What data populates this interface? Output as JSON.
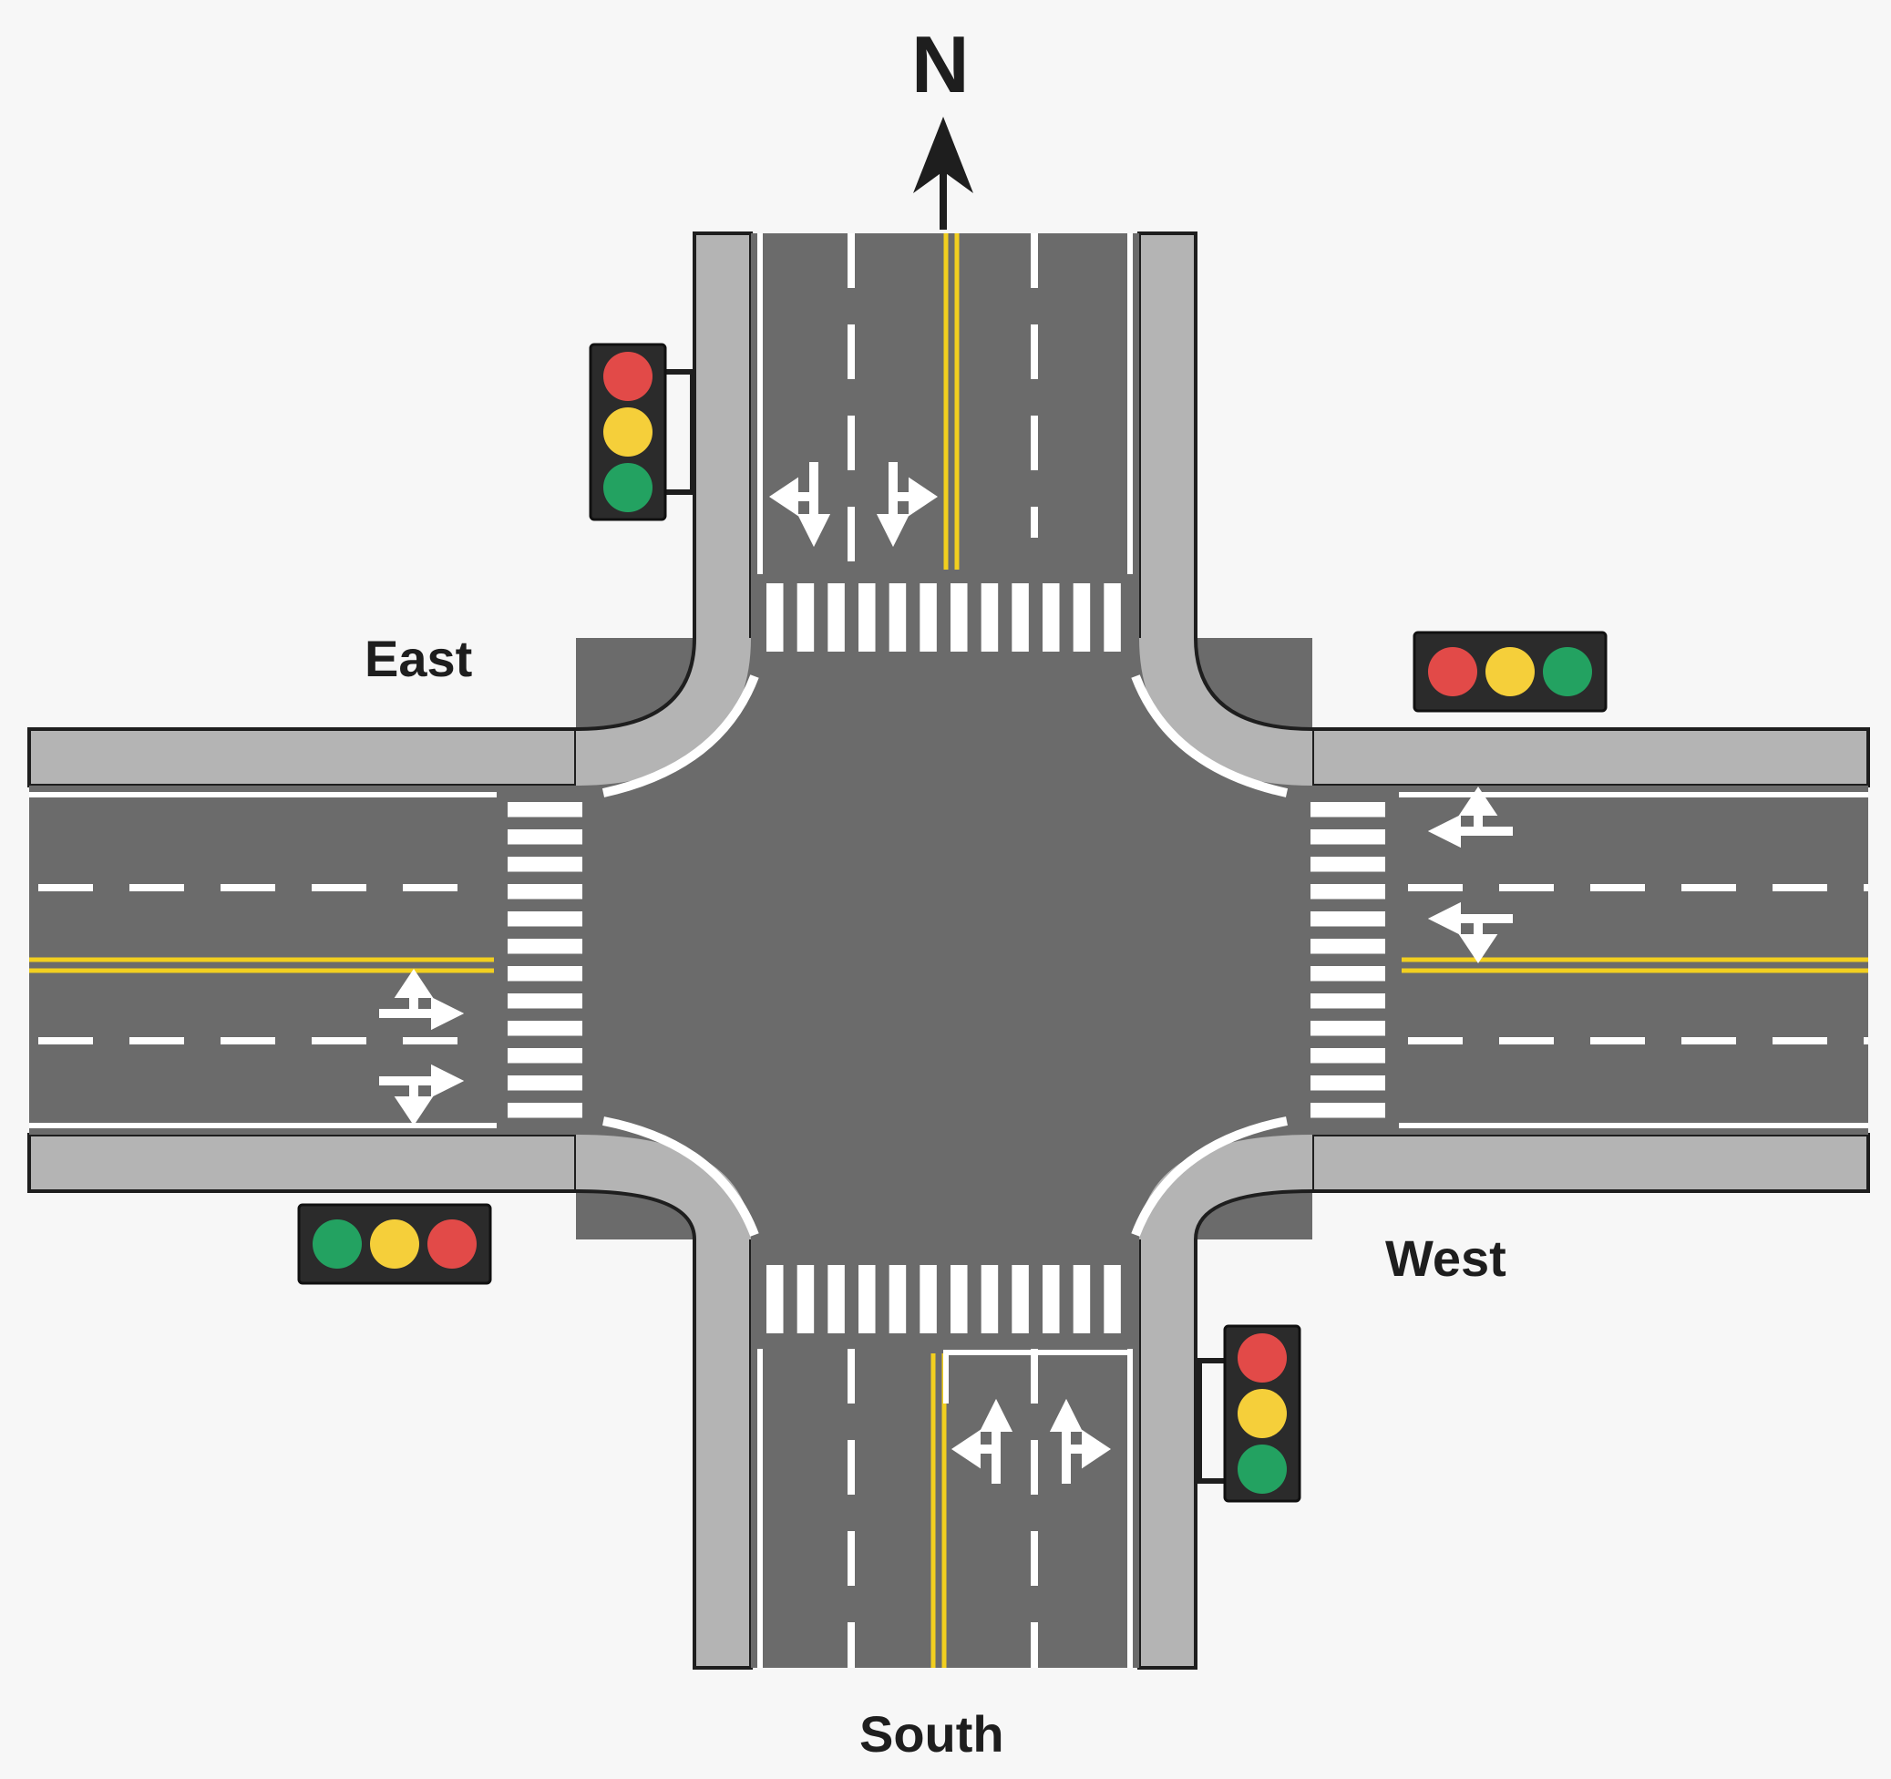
{
  "compass": {
    "letter": "N",
    "icon": "north-arrow-icon"
  },
  "labels": {
    "east": "East",
    "west": "West",
    "south": "South"
  },
  "colors": {
    "background": "#f7f7f7",
    "asphalt": "#6b6b6b",
    "sidewalk": "#b4b4b4",
    "curb_outline": "#1e1e1e",
    "lane_marking": "#ffffff",
    "center_line": "#f2cf1f",
    "signal_housing": "#2b2b2b",
    "signal_red": "#e24a48",
    "signal_yellow": "#f5cf3a",
    "signal_green": "#23a261"
  },
  "traffic_lights": [
    {
      "name": "north-approach",
      "orientation": "vertical",
      "lamps": [
        "red",
        "yellow",
        "green"
      ]
    },
    {
      "name": "east-approach",
      "orientation": "horizontal",
      "lamps": [
        "red",
        "yellow",
        "green"
      ]
    },
    {
      "name": "west-approach",
      "orientation": "horizontal",
      "lamps": [
        "green",
        "yellow",
        "red"
      ]
    },
    {
      "name": "south-approach",
      "orientation": "vertical",
      "lamps": [
        "red",
        "yellow",
        "green"
      ]
    }
  ],
  "lane_arrows": [
    {
      "approach": "north",
      "movements": [
        "straight",
        "left"
      ]
    },
    {
      "approach": "north",
      "movements": [
        "straight",
        "right"
      ]
    },
    {
      "approach": "south",
      "movements": [
        "straight",
        "left"
      ]
    },
    {
      "approach": "south",
      "movements": [
        "straight",
        "right"
      ]
    },
    {
      "approach": "east",
      "movements": [
        "straight",
        "left"
      ]
    },
    {
      "approach": "east",
      "movements": [
        "straight",
        "right"
      ]
    },
    {
      "approach": "west",
      "movements": [
        "straight",
        "left"
      ]
    },
    {
      "approach": "west",
      "movements": [
        "straight",
        "right"
      ]
    }
  ]
}
